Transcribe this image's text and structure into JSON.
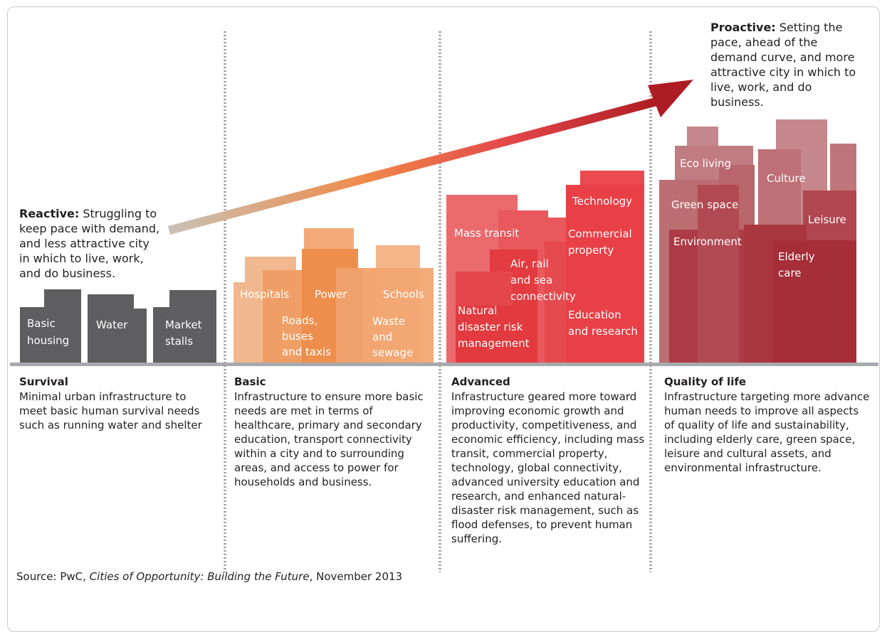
{
  "reactive": {
    "heading": "Reactive:",
    "text": "Struggling to keep pace with demand, and less attractive city in which to live, work, and do business."
  },
  "proactive": {
    "heading": "Proactive:",
    "text": "Setting the pace, ahead of the demand curve, and more attractive city in which to live, work, and do business."
  },
  "buildings": {
    "survival": [
      "Basic housing",
      "Water",
      "Market stalls"
    ],
    "basic": [
      "Hospitals",
      "Power",
      "Schools",
      "Roads, buses and taxis",
      "Waste and sewage"
    ],
    "advanced": [
      "Technology",
      "Mass transit",
      "Commercial property",
      "Air, rail and sea connectivity",
      "Natural disaster risk management",
      "Education and research"
    ],
    "quality": [
      "Eco living",
      "Culture",
      "Green space",
      "Leisure",
      "Environment",
      "Elderly care"
    ]
  },
  "stages": [
    {
      "title": "Survival",
      "text": "Minimal urban infrastructure to meet basic human survival needs such as running water and shelter"
    },
    {
      "title": "Basic",
      "text": "Infrastructure to ensure more basic needs are met in terms of healthcare, primary and secondary education, transport connectivity within a city and to surrounding areas, and access to power for households and business."
    },
    {
      "title": "Advanced",
      "text": "Infrastructure geared more toward improving economic growth and productivity, competitiveness, and economic efficiency, including mass transit, commercial property, technology, global connectivity, advanced university education and research, and enhanced natural-disaster risk management, such as flood defenses, to prevent human suffering."
    },
    {
      "title": "Quality of life",
      "text": "Infrastructure targeting more advance human needs to improve all aspects of quality of life and sustainability, including elderly care, green space, leisure and cultural assets, and environmental infrastructure."
    }
  ],
  "source": {
    "prefix": "Source: PwC, ",
    "title": "Cities of Opportunity: Building the Future",
    "suffix": ", November 2013"
  },
  "colors": {
    "survival": "#5f5f61",
    "basic": "#f0a36e",
    "advanced": "#e4343d",
    "quality": "#b8333e",
    "arrow_start": "#c9c4b8",
    "arrow_mid": "#f08040",
    "arrow_end": "#b01c24"
  }
}
